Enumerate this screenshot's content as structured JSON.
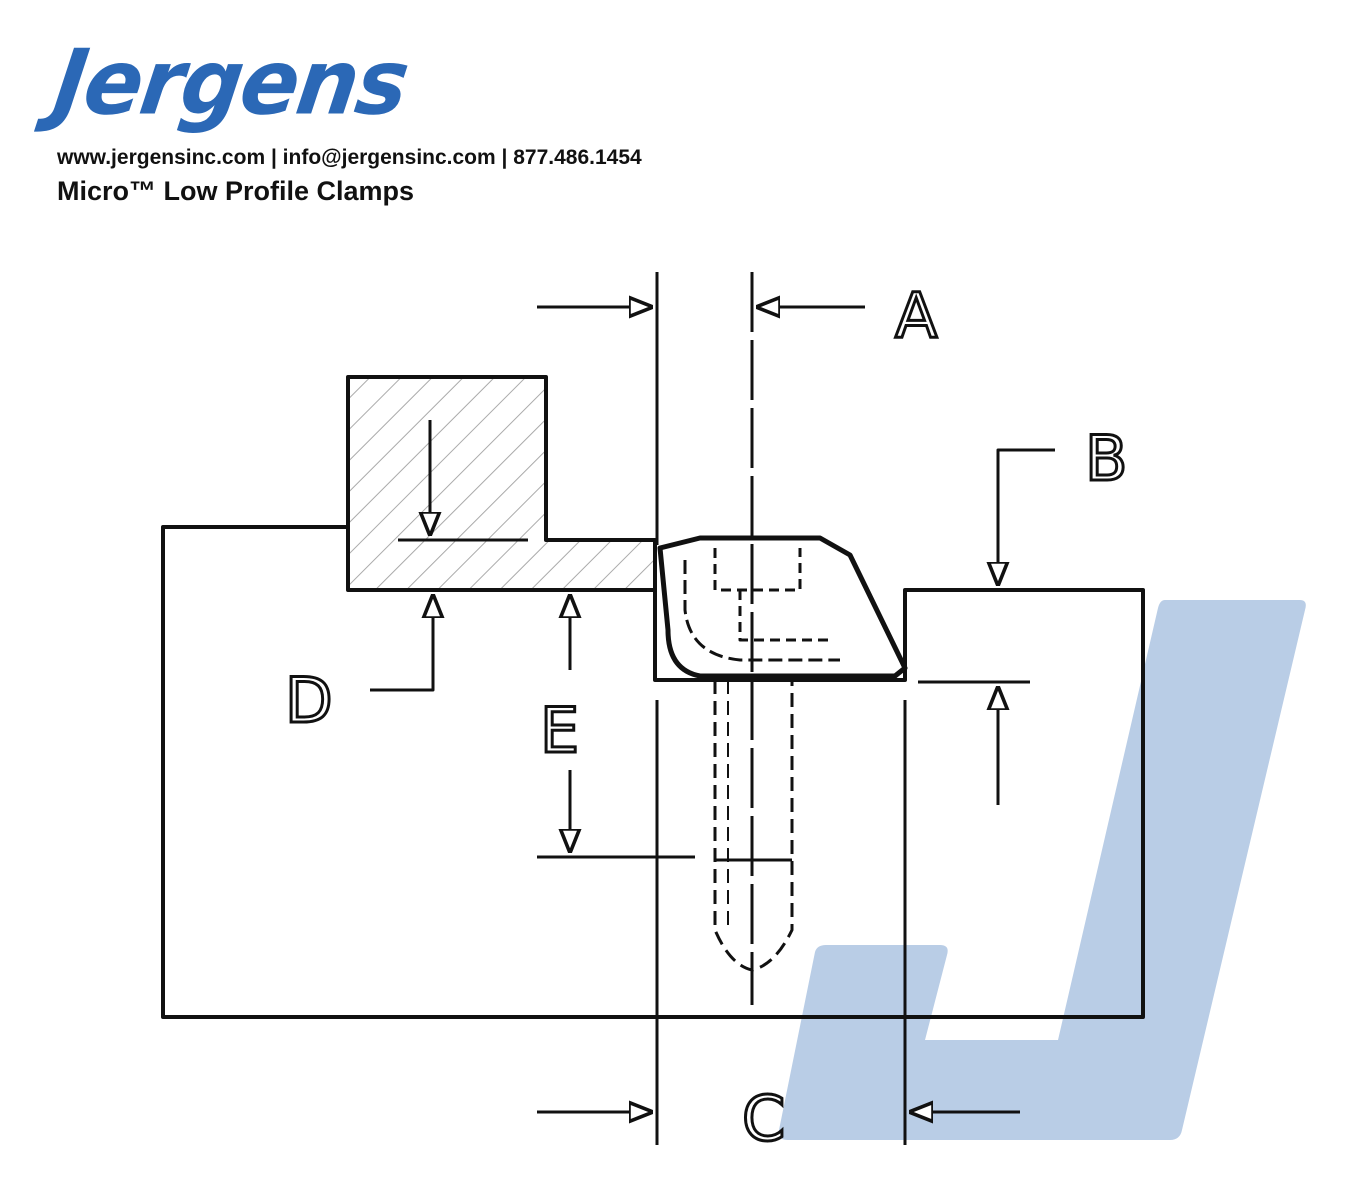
{
  "header": {
    "logo_text": "Jergens",
    "contact": "www.jergensinc.com | info@jergensinc.com | 877.486.1454",
    "title": "Micro™ Low Profile Clamps"
  },
  "diagram": {
    "labels": {
      "a": "A",
      "b": "B",
      "c": "C",
      "d": "D",
      "e": "E"
    },
    "colors": {
      "brand": "#2b68b6",
      "watermark": "#b9cde6",
      "line": "#111111"
    }
  }
}
